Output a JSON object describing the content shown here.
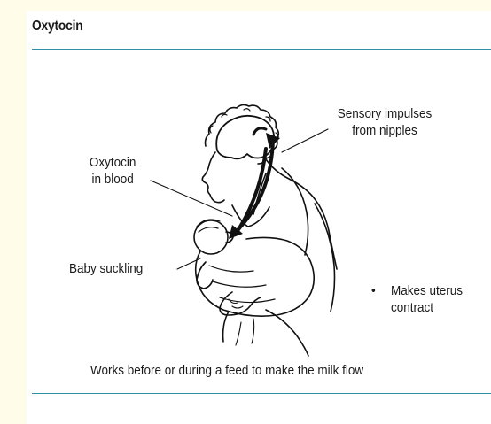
{
  "title": "Oxytocin",
  "labels": {
    "sensory_line1": "Sensory impulses",
    "sensory_line2": "from nipples",
    "oxytocin_line1": "Oxytocin",
    "oxytocin_line2": "in blood",
    "baby": "Baby suckling",
    "bullet": "•",
    "uterus_line1": "Makes uterus",
    "uterus_line2": "contract"
  },
  "caption": "Works before or during a feed to make the milk flow",
  "colors": {
    "rule": "#2f8fa4",
    "background": "#fffde9"
  }
}
